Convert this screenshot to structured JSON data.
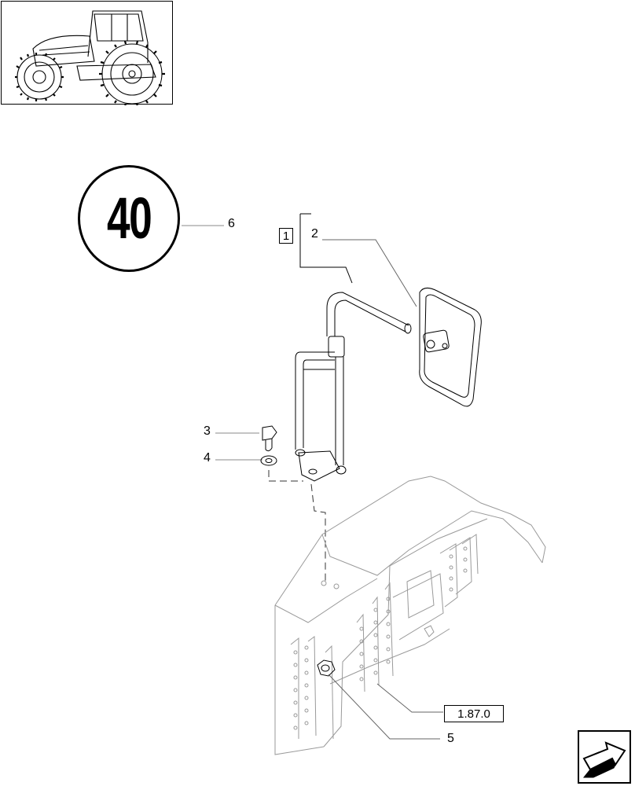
{
  "diagram": {
    "speed_sign_text": "40",
    "callouts": {
      "item_1": "1",
      "item_2": "2",
      "item_3": "3",
      "item_4": "4",
      "item_5": "5",
      "item_6": "6"
    },
    "cross_reference": "1.87.0"
  },
  "icons": {
    "thumbnail": "tractor-thumbnail-icon",
    "navigation": "next-page-arrow-icon"
  }
}
